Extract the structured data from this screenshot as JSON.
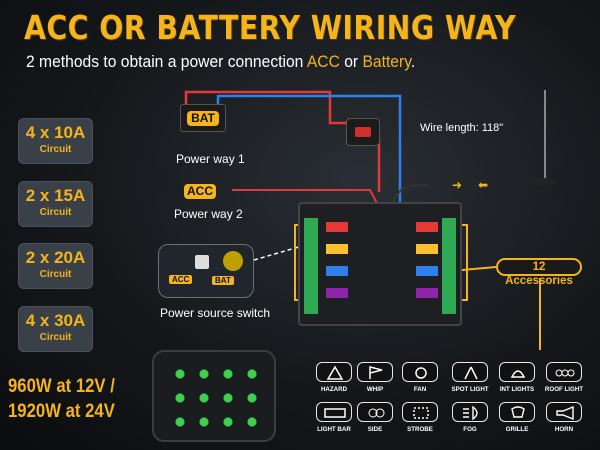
{
  "header": {
    "title": "ACC OR BATTERY WIRING WAY",
    "subtitle_prefix": "2 methods to obtain a power connection ",
    "subtitle_acc": "ACC",
    "subtitle_or": " or ",
    "subtitle_battery": "Battery",
    "subtitle_end": "."
  },
  "circuits": [
    {
      "count": "4 x 10A",
      "label": "Circuit"
    },
    {
      "count": "2 x 15A",
      "label": "Circuit"
    },
    {
      "count": "2 x 20A",
      "label": "Circuit"
    },
    {
      "count": "4 x 30A",
      "label": "Circuit"
    }
  ],
  "power_total": {
    "line1": "960W at 12V /",
    "line2": "1920W  at 24V"
  },
  "diagram": {
    "bat_tag": "BAT",
    "power_way_1": "Power way 1",
    "acc_tag": "ACC",
    "power_way_2": "Power way 2",
    "wire_length": "Wire length: 118\"",
    "switch_acc": "ACC",
    "switch_bat": "BAT",
    "power_source_switch": "Power source switch",
    "accessories": "12 Accessories"
  },
  "accessory_icons": [
    {
      "name": "hazard-icon",
      "label": "HAZARD"
    },
    {
      "name": "whip-icon",
      "label": "WHIP"
    },
    {
      "name": "fan-icon",
      "label": "FAN"
    },
    {
      "name": "spot-light-icon",
      "label": "SPOT LIGHT"
    },
    {
      "name": "int-lights-icon",
      "label": "INT LIGHTS"
    },
    {
      "name": "roof-light-icon",
      "label": "ROOF LIGHT"
    },
    {
      "name": "light-bar-icon",
      "label": "LIGHT BAR"
    },
    {
      "name": "side-icon",
      "label": "SIDE"
    },
    {
      "name": "strobe-icon",
      "label": "STROBE"
    },
    {
      "name": "fog-icon",
      "label": "FOG"
    },
    {
      "name": "grille-icon",
      "label": "GRILLE"
    },
    {
      "name": "horn-icon",
      "label": "HORN"
    }
  ],
  "colors": {
    "accent": "#f4b41a",
    "wire_positive": "#e53935",
    "wire_negative": "#2f80ed",
    "panel_glow": "#39d24a"
  }
}
